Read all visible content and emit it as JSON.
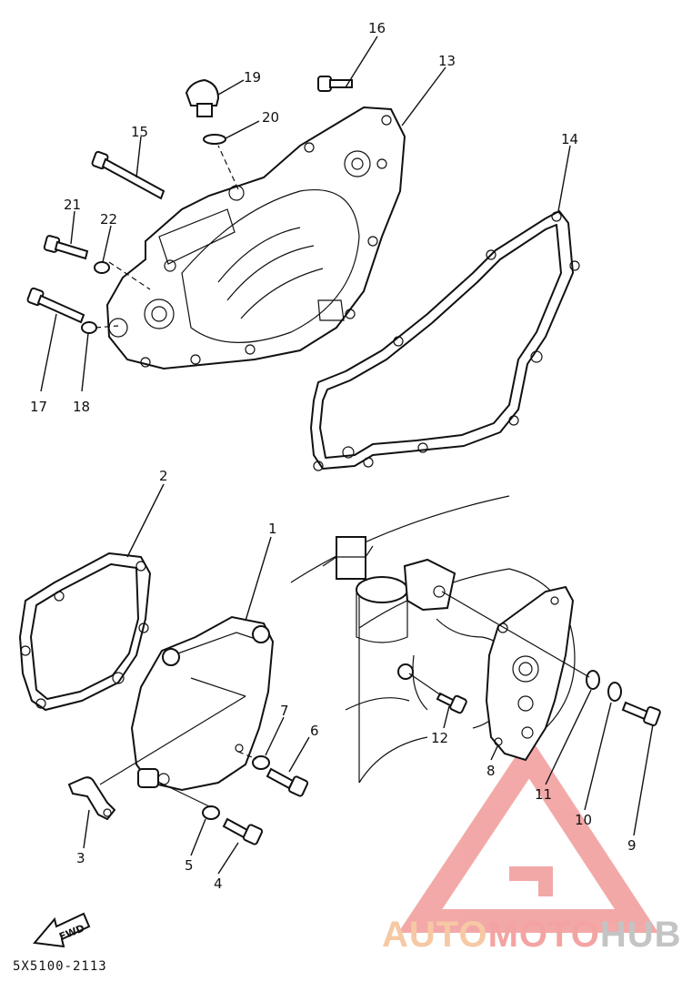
{
  "diagram": {
    "callouts": [
      {
        "id": "c1",
        "text": "1"
      },
      {
        "id": "c2",
        "text": "2"
      },
      {
        "id": "c3",
        "text": "3"
      },
      {
        "id": "c4",
        "text": "4"
      },
      {
        "id": "c5",
        "text": "5"
      },
      {
        "id": "c6",
        "text": "6"
      },
      {
        "id": "c7",
        "text": "7"
      },
      {
        "id": "c8",
        "text": "8"
      },
      {
        "id": "c9",
        "text": "9"
      },
      {
        "id": "c10",
        "text": "10"
      },
      {
        "id": "c11",
        "text": "11"
      },
      {
        "id": "c12",
        "text": "12"
      },
      {
        "id": "c13",
        "text": "13"
      },
      {
        "id": "c14",
        "text": "14"
      },
      {
        "id": "c15",
        "text": "15"
      },
      {
        "id": "c16",
        "text": "16"
      },
      {
        "id": "c17",
        "text": "17"
      },
      {
        "id": "c18",
        "text": "18"
      },
      {
        "id": "c19",
        "text": "19"
      },
      {
        "id": "c20",
        "text": "20"
      },
      {
        "id": "c21",
        "text": "21"
      },
      {
        "id": "c22",
        "text": "22"
      }
    ],
    "fwd_label": "FWD",
    "drawing_code": "5X5100-2113"
  },
  "watermark": {
    "part1": "AUTO",
    "part2": "MOTO",
    "part3": "HUB",
    "color_auto": "#f6c9a4",
    "color_moto": "#f4a3a3",
    "color_hub": "#c4c4c4",
    "logo_color": "#f08c8c"
  }
}
